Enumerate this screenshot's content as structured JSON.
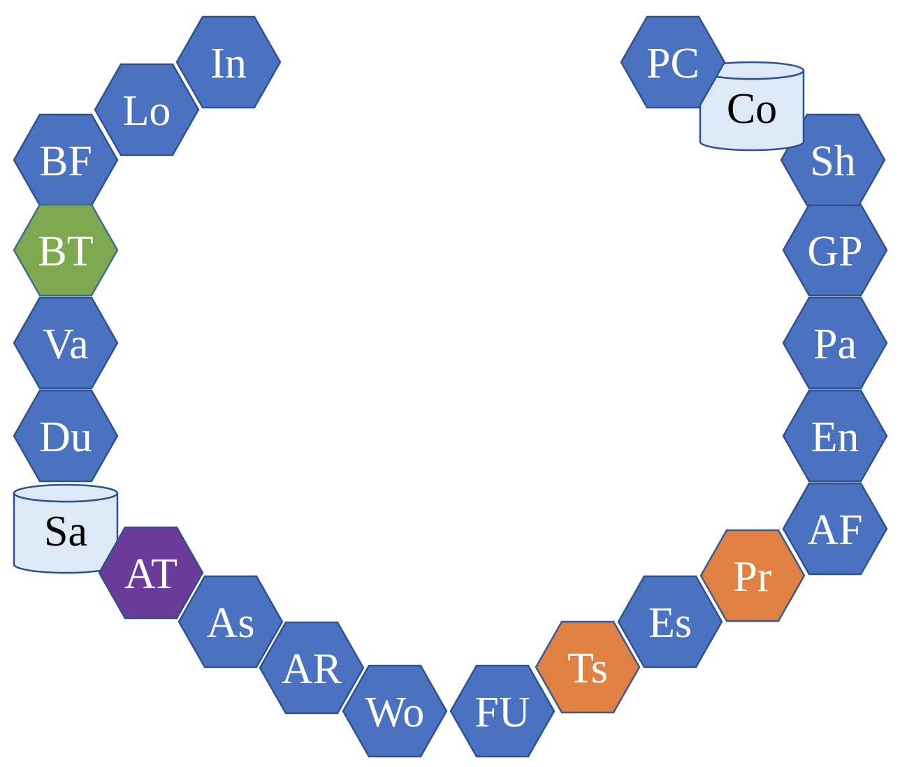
{
  "colors": {
    "hex_blue": "#4a72c0",
    "hex_blue_stroke": "#2f528f",
    "hex_green": "#7ea951",
    "hex_green_stroke": "#3d6e8e",
    "hex_orange": "#e08142",
    "hex_orange_stroke": "#3a5a94",
    "hex_purple": "#6a3b99",
    "hex_purple_stroke": "#2f528f",
    "cylinder_fill": "#dde9f6",
    "cylinder_stroke": "#2f528f",
    "label_light": "#ffffff",
    "label_dark": "#000000"
  },
  "nodes": [
    {
      "id": "In",
      "label": "In",
      "shape": "hexagon",
      "color": "blue"
    },
    {
      "id": "Lo",
      "label": "Lo",
      "shape": "hexagon",
      "color": "blue"
    },
    {
      "id": "BF",
      "label": "BF",
      "shape": "hexagon",
      "color": "blue"
    },
    {
      "id": "BT",
      "label": "BT",
      "shape": "hexagon",
      "color": "green"
    },
    {
      "id": "Va",
      "label": "Va",
      "shape": "hexagon",
      "color": "blue"
    },
    {
      "id": "Du",
      "label": "Du",
      "shape": "hexagon",
      "color": "blue"
    },
    {
      "id": "Sa",
      "label": "Sa",
      "shape": "cylinder",
      "color": "cylinder"
    },
    {
      "id": "AT",
      "label": "AT",
      "shape": "hexagon",
      "color": "purple"
    },
    {
      "id": "As",
      "label": "As",
      "shape": "hexagon",
      "color": "blue"
    },
    {
      "id": "AR",
      "label": "AR",
      "shape": "hexagon",
      "color": "blue"
    },
    {
      "id": "Wo",
      "label": "Wo",
      "shape": "hexagon",
      "color": "blue"
    },
    {
      "id": "FU",
      "label": "FU",
      "shape": "hexagon",
      "color": "blue"
    },
    {
      "id": "Ts",
      "label": "Ts",
      "shape": "hexagon",
      "color": "orange"
    },
    {
      "id": "Es",
      "label": "Es",
      "shape": "hexagon",
      "color": "blue"
    },
    {
      "id": "Pr",
      "label": "Pr",
      "shape": "hexagon",
      "color": "orange"
    },
    {
      "id": "AF",
      "label": "AF",
      "shape": "hexagon",
      "color": "blue"
    },
    {
      "id": "En",
      "label": "En",
      "shape": "hexagon",
      "color": "blue"
    },
    {
      "id": "Pa",
      "label": "Pa",
      "shape": "hexagon",
      "color": "blue"
    },
    {
      "id": "GP",
      "label": "GP",
      "shape": "hexagon",
      "color": "blue"
    },
    {
      "id": "Sh",
      "label": "Sh",
      "shape": "hexagon",
      "color": "blue"
    },
    {
      "id": "Co",
      "label": "Co",
      "shape": "cylinder",
      "color": "cylinder"
    },
    {
      "id": "PC",
      "label": "PC",
      "shape": "hexagon",
      "color": "blue"
    }
  ]
}
